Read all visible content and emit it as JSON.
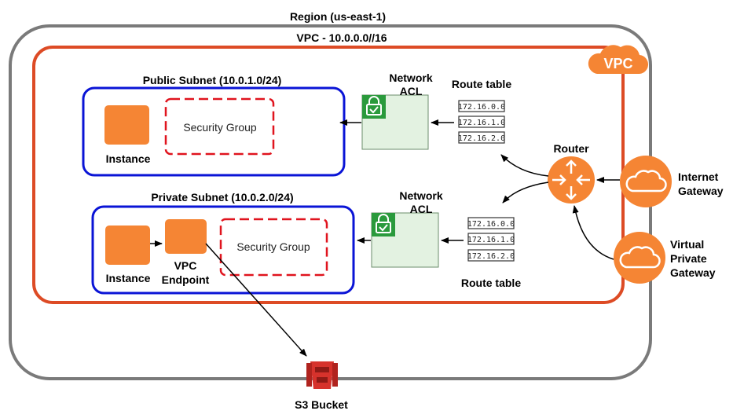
{
  "region": {
    "label": "Region (us-east-1)"
  },
  "vpc": {
    "label": "VPC - 10.0.0.0//16",
    "badge": "VPC"
  },
  "public_subnet": {
    "label": "Public Subnet (10.0.1.0/24)",
    "instance_label": "Instance",
    "security_group_label": "Security Group"
  },
  "private_subnet": {
    "label": "Private Subnet (10.0.2.0/24)",
    "instance_label": "Instance",
    "endpoint_label_line1": "VPC",
    "endpoint_label_line2": "Endpoint",
    "security_group_label": "Security Group"
  },
  "public_acl": {
    "line1": "Network",
    "line2": "ACL"
  },
  "private_acl": {
    "line1": "Network",
    "line2": "ACL"
  },
  "public_route_table": {
    "label": "Route table",
    "routes": [
      "172.16.0.0",
      "172.16.1.0",
      "172.16.2.0"
    ]
  },
  "private_route_table": {
    "label": "Route table",
    "routes": [
      "172.16.0.0",
      "172.16.1.0",
      "172.16.2.0"
    ]
  },
  "router": {
    "label": "Router"
  },
  "internet_gateway": {
    "line1": "Internet",
    "line2": "Gateway"
  },
  "virtual_private_gateway": {
    "line1": "Virtual",
    "line2": "Private",
    "line3": "Gateway"
  },
  "s3": {
    "label": "S3 Bucket"
  },
  "colors": {
    "region_border": "#7a7a7a",
    "vpc_border": "#dd4b25",
    "subnet_border": "#0a14d6",
    "security_group_border": "#e0141e",
    "aws_orange": "#f58534",
    "acl_fill": "#e3f2e1",
    "acl_lock": "#2a9a3c",
    "s3_red": "#d6322c"
  },
  "icons": {
    "instance": "ec2-instance-icon",
    "endpoint": "vpc-endpoint-icon",
    "acl": "lock-icon",
    "router": "router-icon",
    "cloud": "cloud-icon",
    "s3": "s3-bucket-icon"
  }
}
